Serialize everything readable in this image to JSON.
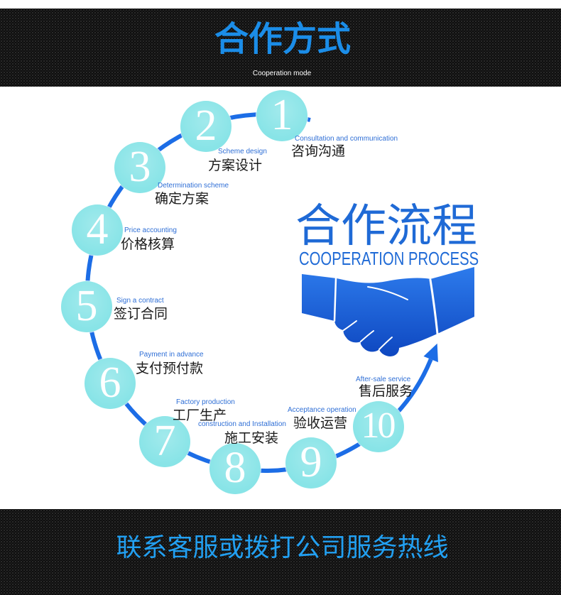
{
  "header": {
    "title": "合作方式",
    "subtitle": "Cooperation mode"
  },
  "process": {
    "title_zh": "合作流程",
    "title_en": "COOPERATION PROCESS",
    "steps": [
      {
        "number": "1",
        "label_zh": "咨询沟通",
        "label_en": "Consultation and communication"
      },
      {
        "number": "2",
        "label_zh": "方案设计",
        "label_en": "Scheme design"
      },
      {
        "number": "3",
        "label_zh": "确定方案",
        "label_en": "Determination scheme"
      },
      {
        "number": "4",
        "label_zh": "价格核算",
        "label_en": "Price accounting"
      },
      {
        "number": "5",
        "label_zh": "签订合同",
        "label_en": "Sign a contract"
      },
      {
        "number": "6",
        "label_zh": "支付预付款",
        "label_en": "Payment in advance"
      },
      {
        "number": "7",
        "label_zh": "工厂生产",
        "label_en": "Factory production"
      },
      {
        "number": "8",
        "label_zh": "施工安装",
        "label_en": "construction and Installation"
      },
      {
        "number": "9",
        "label_zh": "验收运营",
        "label_en": "Acceptance operation"
      },
      {
        "number": "10",
        "label_zh": "售后服务",
        "label_en": "After-sale service"
      }
    ]
  },
  "footer": {
    "text": "联系客服或拨打公司服务热线"
  },
  "icons": {
    "handshake": "handshake-icon",
    "process_arrow": "arrow-up-icon"
  },
  "colors": {
    "band_bg": "#0e0e0e",
    "header_title": "#1b8de8",
    "header_subtitle": "#ffffff",
    "footer_text": "#22a0f2",
    "process_title": "#1f6ad6",
    "label_en": "#2f6fd6",
    "label_zh": "#1a1a1a",
    "arc": "#1c6de6",
    "step_circle": "#88e4e7",
    "step_number": "#ffffff"
  }
}
